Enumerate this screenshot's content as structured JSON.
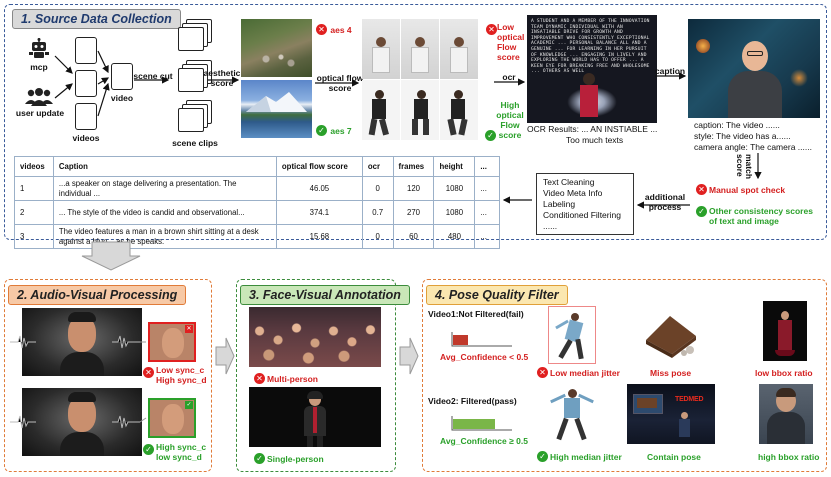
{
  "panels": {
    "p1": {
      "title": "1. Source Data Collection",
      "border": "#3b5b9a",
      "tag_bg": "#d9d9d9"
    },
    "p2": {
      "title": "2. Audio-Visual Processing",
      "border": "#e07b39",
      "tag_bg": "#f7c9a6"
    },
    "p3": {
      "title": "3. Face-Visual Annotation",
      "border": "#3c8c3c",
      "tag_bg": "#c9e7b8"
    },
    "p4": {
      "title": "4. Pose Quality Filter",
      "border": "#e07b39",
      "tag_bg": "#fbe7b0"
    }
  },
  "sources": {
    "mcp": "mcp",
    "user_update": "user update"
  },
  "labels": {
    "videos": "videos",
    "video": "video",
    "scene_cut": "scene cut",
    "scene_clips": "scene clips",
    "aesthetic_score": [
      "aesthetic",
      "score"
    ],
    "aes_low": "aes 4",
    "aes_high": "aes 7",
    "optical_flow_score": [
      "optical flow",
      "score"
    ],
    "low_flow": [
      "Low",
      "optical",
      "Flow",
      "score"
    ],
    "high_flow": [
      "High",
      "optical",
      "Flow",
      "score"
    ],
    "ocr": "ocr",
    "ocr_result": "OCR Results:  ...  AN INSTIABLE  ...",
    "ocr_note": "Too much texts",
    "caption": "caption",
    "caption_lines": [
      "caption: The video ......",
      "style: The video has a......",
      "camera angle: The camera ......"
    ],
    "match_score": [
      "match",
      "score"
    ],
    "manual_check": "Manual spot check",
    "consistency": [
      "Other consistency scores",
      "of text and image"
    ],
    "additional_process": [
      "additional",
      "process"
    ]
  },
  "ocr_overlay_text": "A STUDENT AND A MEMBER OF THE INNOVATION TEAM DYNAMIC INDIVIDUAL WITH AN INSATIABLE DRIVE FOR GROWTH AND IMPROVEMENT WHO CONSISTENTLY EXCEPTIONAL ACADEMIC ... PERSONAL BALANCE ALL AND A GENUINE ... FOR LEARNING IN HER PURSUIT OF KNOWLEDGE ... ENGAGING IN LIVELY AND EXPLORING THE WORLD HAS TO OFFER ... A KEEN EYE FOR BREAKING FREE AND WHOLESOME ... OTHERS AS WELL",
  "process_box": [
    "Text Cleaning",
    "Video Meta Info",
    "Labeling",
    "Conditioned Filtering",
    "......"
  ],
  "table": {
    "headers": [
      "videos",
      "Caption",
      "optical flow score",
      "ocr",
      "frames",
      "height",
      "..."
    ],
    "rows": [
      [
        "1",
        "...a speaker on stage delivering a presentation. The individual  ...",
        "46.05",
        "0",
        "120",
        "1080",
        "..."
      ],
      [
        "2",
        "... The style of the video is candid and observational...",
        "374.1",
        "0.7",
        "270",
        "1080",
        "..."
      ],
      [
        "3",
        "The video features a man in a brown shirt sitting at a desk against a blue ...as he speaks.",
        "15.68",
        "0",
        "60",
        "480",
        "..."
      ]
    ]
  },
  "av": {
    "low": [
      "Low sync_c",
      "High sync_d"
    ],
    "high": [
      "High sync_c",
      "low sync_d"
    ]
  },
  "face": {
    "multi": "Multi-person",
    "single": "Single-person"
  },
  "pose": {
    "video1": "Video1:Not Filtered(fail)",
    "video2": "Video2: Filtered(pass)",
    "conf_low": "Avg_Confidence  < 0.5",
    "conf_high": "Avg_Confidence ≥ 0.5",
    "low_jitter": "Low median jitter",
    "high_jitter": "High median jitter",
    "miss_pose": "Miss pose",
    "contain_pose": "Contain pose",
    "low_bbox": "low bbox ratio",
    "high_bbox": "high bbox ratio",
    "tedmed": "TEDMED",
    "conf_values": {
      "fail": 0.25,
      "pass": 0.7
    }
  },
  "colors": {
    "red": "#d42020",
    "green": "#2aa02a",
    "fail_bar": "#c0392b",
    "pass_bar": "#7ab648",
    "table_border": "#9bb0c8"
  },
  "icons": [
    "robot-icon",
    "users-icon",
    "x-circle-icon",
    "check-circle-icon",
    "arrow-icon"
  ]
}
